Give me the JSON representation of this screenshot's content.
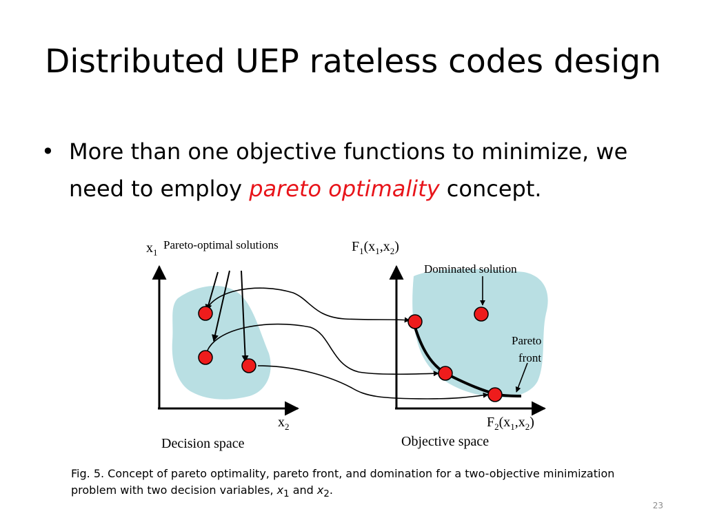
{
  "slide": {
    "title": "Distributed UEP rateless codes design",
    "bullet_marker": "•",
    "bullet_part1": "More than one objective functions to minimize, we need to employ ",
    "bullet_emphasis": "pareto optimality",
    "bullet_part2": " concept.",
    "page_number": "23"
  },
  "figure": {
    "x1_axis_label": "x",
    "x1_axis_sub": "1",
    "pareto_optimal_label": "Pareto-optimal solutions",
    "x2_axis_label": "x",
    "x2_axis_sub": "2",
    "decision_space_label": "Decision space",
    "f1_label_parts": [
      "F",
      "1",
      "(x",
      "1",
      ",x",
      "2",
      ")"
    ],
    "f2_label_parts": [
      "F",
      "2",
      "(x",
      "1",
      ",x",
      "2",
      ")"
    ],
    "dominated_label": "Dominated solution",
    "pareto_front_label_line1": "Pareto",
    "pareto_front_label_line2": "front",
    "objective_space_label": "Objective space",
    "region_color": "#b9dfe3",
    "point_color": "#ee1c1c"
  },
  "caption": {
    "text_part1": "Fig. 5. Concept of pareto optimality, pareto front, and domination for a two-objective minimization problem with two decision variables, ",
    "var1": "x",
    "var1_sub": "1",
    "and_text": " and ",
    "var2": "x",
    "var2_sub": "2",
    "end": "."
  }
}
